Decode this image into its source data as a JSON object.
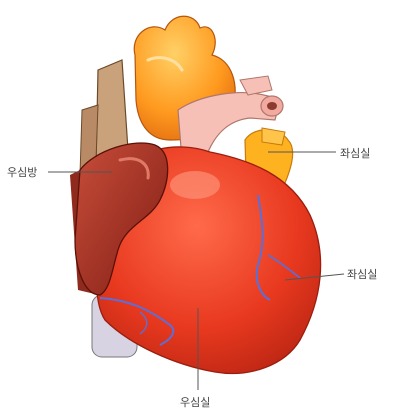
{
  "labels": {
    "right_atrium": "우심방",
    "left_atrium_top": "좌심실",
    "left_ventricle": "좌심실",
    "right_ventricle": "우심실"
  },
  "colors": {
    "background": "#ffffff",
    "aorta": "#ff9a1f",
    "vena_cava": "#c9a27c",
    "right_atrium": "#9e2b1e",
    "ventricles": "#e8391f",
    "pulmonary": "#f7c0b7",
    "left_atrium": "#ffb21f",
    "vessels": "#5a6fd8",
    "leader_lines": "#555555"
  }
}
